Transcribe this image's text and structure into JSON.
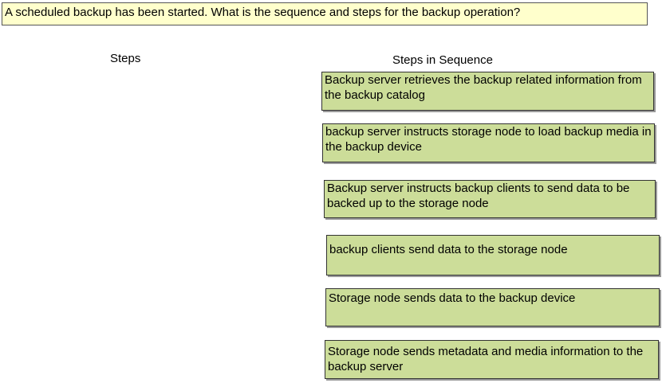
{
  "question": "A scheduled backup has been started. What is the sequence and steps for the backup operation?",
  "columns": {
    "steps_heading": "Steps",
    "sequence_heading": "Steps in Sequence"
  },
  "sequence_steps": [
    "Backup server retrieves the backup related information from the backup catalog",
    "backup server instructs storage node to load backup media in the backup device",
    "Backup server instructs backup clients to send data to be backed up to the storage node",
    "backup clients send data to the storage node",
    "Storage node sends data to the backup device",
    "Storage node sends metadata and media information to the backup server"
  ],
  "colors": {
    "question_background": "#ffffcc",
    "card_background": "#ccdd99"
  }
}
